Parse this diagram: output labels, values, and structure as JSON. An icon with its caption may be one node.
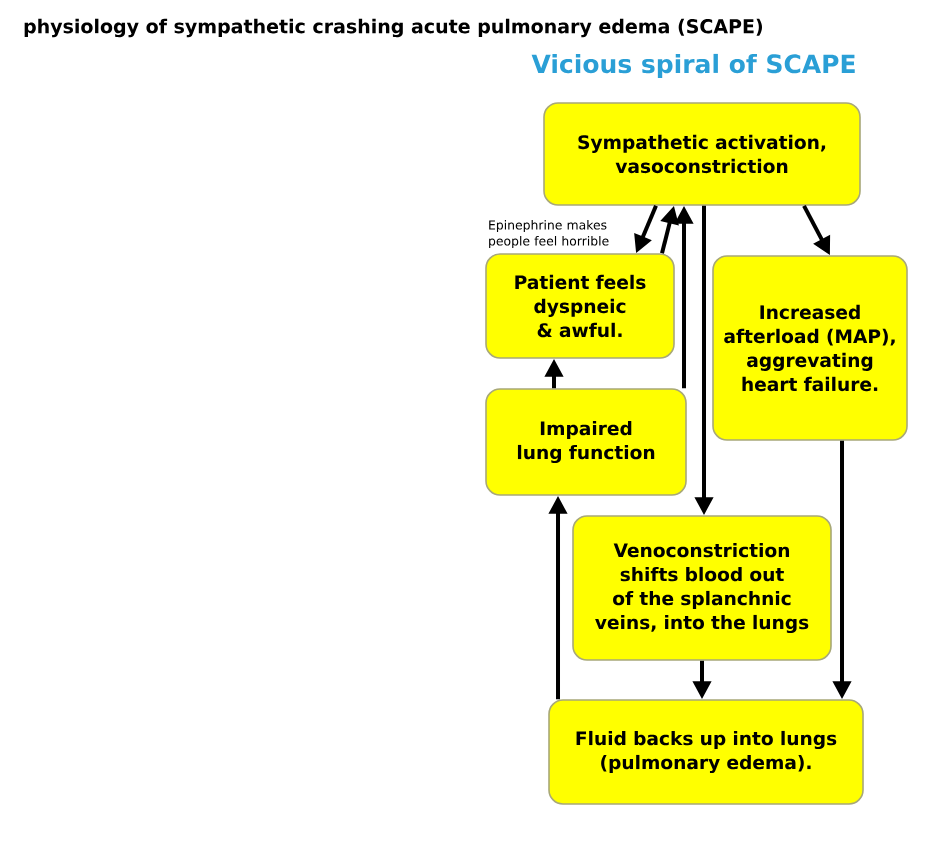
{
  "diagram": {
    "title": "Vicious spiral of SCAPE",
    "nodes": [
      {
        "text": [
          "Sympathetic activation, vasoconstriction"
        ]
      },
      {
        "text": [
          "Patient feels dyspneic & awful."
        ]
      },
      {
        "text": [
          "Impaired lung function"
        ]
      },
      {
        "text": [
          "Increased afterload (MAP), aggrevating heart failure."
        ]
      },
      {
        "text": [
          "Venoconstriction shifts blood out of the splanchnic veins, into the lungs"
        ]
      },
      {
        "text": [
          "Fluid backs up into lungs (pulmonary edema)."
        ]
      }
    ],
    "edges": [
      {
        "from": 0,
        "to": 1,
        "arrow": "to",
        "label": "Epinephrine makes people feel horrible"
      },
      {
        "from": 1,
        "to": 0,
        "arrow": "to"
      },
      {
        "from": 2,
        "to": 1,
        "arrow": "to"
      },
      {
        "from": 5,
        "to": 2,
        "arrow": "to"
      },
      {
        "from": 2,
        "to": 0,
        "arrow": "to"
      },
      {
        "from": 0,
        "to": 4,
        "arrow": "to"
      },
      {
        "from": 0,
        "to": 3,
        "arrow": "to"
      },
      {
        "from": 3,
        "to": 5,
        "arrow": "to"
      },
      {
        "from": 4,
        "to": 5,
        "arrow": "to"
      }
    ],
    "labels": [
      "physiology of sympathetic crashing acute pulmonary edema (SCAPE)"
    ]
  }
}
